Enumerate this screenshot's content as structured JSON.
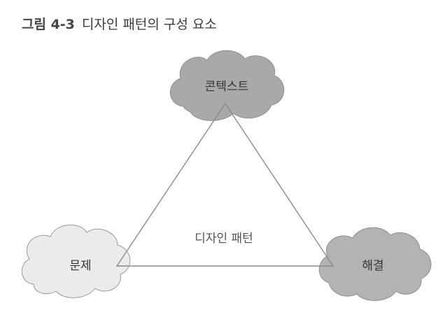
{
  "figure": {
    "label": "그림 4-3",
    "title": "디자인 패턴의 구성 요소"
  },
  "diagram": {
    "center_label": "디자인 패턴",
    "nodes": {
      "context": {
        "label": "콘텍스트",
        "fill": "#a9a9a9"
      },
      "problem": {
        "label": "문제",
        "fill": "#ebebeb"
      },
      "solution": {
        "label": "해결",
        "fill": "#b3b3b3"
      }
    },
    "line_color": "#8a8a8a"
  }
}
